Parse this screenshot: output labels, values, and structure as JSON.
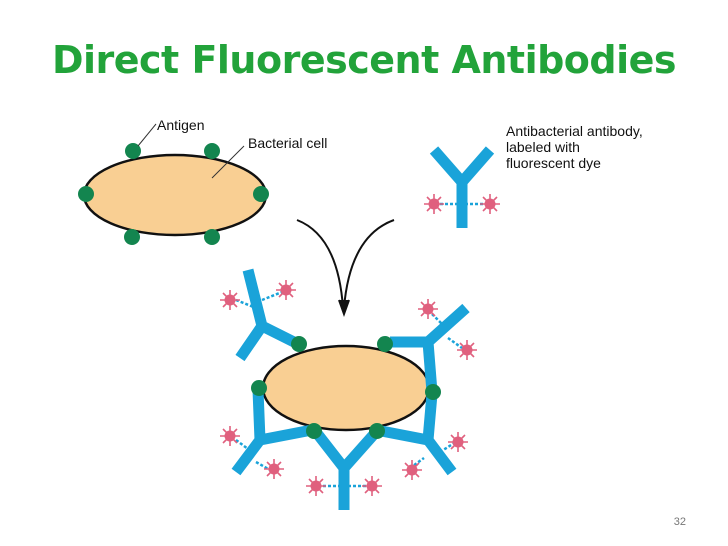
{
  "slide": {
    "title": "Direct Fluorescent Antibodies",
    "page_number": "32"
  },
  "diagram": {
    "label_antigen": "Antigen",
    "label_bacterial_cell": "Bacterial cell",
    "label_antibody_line1": "Antibacterial antibody,",
    "label_antibody_line2": "labeled with",
    "label_antibody_line3": "fluorescent dye"
  },
  "colors": {
    "title": "#22a33a",
    "cell_fill": "#f9cf93",
    "cell_stroke": "#111111",
    "antigen": "#13854f",
    "antibody": "#1aa3d9",
    "dye": "#e0607e"
  }
}
